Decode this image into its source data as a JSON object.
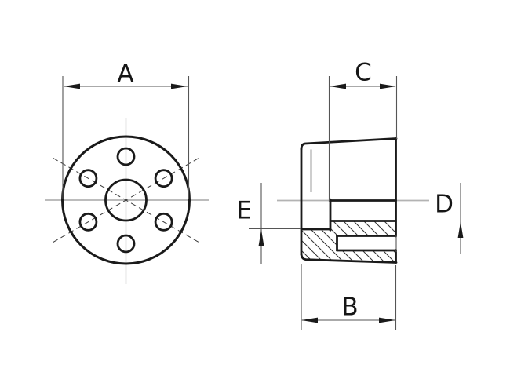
{
  "drawing": {
    "type": "technical-drawing-two-views",
    "dimension_labels": {
      "a": "A",
      "b": "B",
      "c": "C",
      "d": "D",
      "e": "E"
    },
    "front_view": {
      "bolt_hole_count": 6
    },
    "colors": {
      "outline": "#1a1a1a",
      "dimension_lines": "#555555",
      "centerline_horizontal": "#b3b3b3",
      "centerline_vertical": "#777777",
      "hatch_lines": "#333333",
      "background": "#ffffff"
    }
  }
}
